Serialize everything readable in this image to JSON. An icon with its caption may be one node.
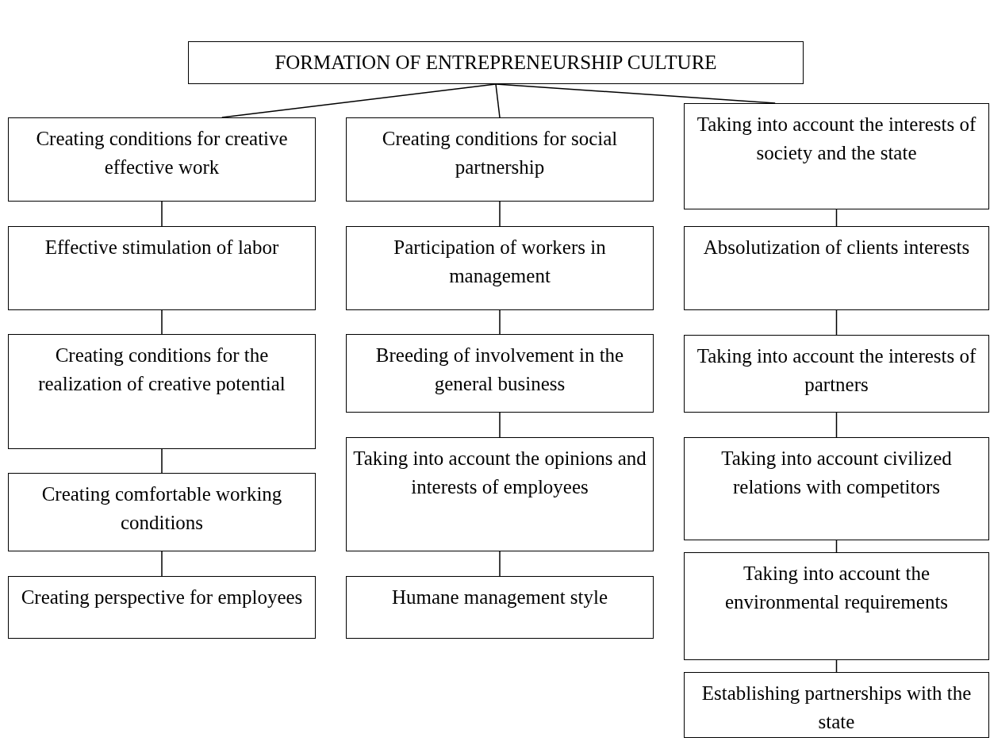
{
  "diagram": {
    "nodes": [
      {
        "text": [
          "FORMATION OF ENTREPRENEURSHIP CULTURE"
        ]
      },
      {
        "text": [
          "Creating conditions for creative effective work"
        ]
      },
      {
        "text": [
          "Effective stimulation of labor"
        ]
      },
      {
        "text": [
          "Creating conditions for the realization of creative potential"
        ]
      },
      {
        "text": [
          "Creating comfortable working conditions"
        ]
      },
      {
        "text": [
          "Creating perspective for employees"
        ]
      },
      {
        "text": [
          "Creating conditions for social partnership"
        ]
      },
      {
        "text": [
          "Participation of workers in management"
        ]
      },
      {
        "text": [
          "Breeding of involvement in the general business"
        ]
      },
      {
        "text": [
          "Taking into account the opinions and interests of employees"
        ]
      },
      {
        "text": [
          "Humane management style"
        ]
      },
      {
        "text": [
          "Taking into account the interests of society and the state"
        ]
      },
      {
        "text": [
          "Absolutization of clients interests"
        ]
      },
      {
        "text": [
          "Taking into account the interests of partners"
        ]
      },
      {
        "text": [
          "Taking into account civilized relations with competitors"
        ]
      },
      {
        "text": [
          "Taking into account the environmental requirements"
        ]
      },
      {
        "text": [
          "Establishing partnerships with the state"
        ]
      }
    ],
    "edges": [
      {
        "from": 0,
        "to": 1,
        "arrow": "none"
      },
      {
        "from": 0,
        "to": 6,
        "arrow": "none"
      },
      {
        "from": 0,
        "to": 11,
        "arrow": "none"
      },
      {
        "from": 1,
        "to": 2,
        "arrow": "none"
      },
      {
        "from": 2,
        "to": 3,
        "arrow": "none"
      },
      {
        "from": 3,
        "to": 4,
        "arrow": "none"
      },
      {
        "from": 4,
        "to": 5,
        "arrow": "none"
      },
      {
        "from": 6,
        "to": 7,
        "arrow": "none"
      },
      {
        "from": 7,
        "to": 8,
        "arrow": "none"
      },
      {
        "from": 8,
        "to": 9,
        "arrow": "none"
      },
      {
        "from": 9,
        "to": 10,
        "arrow": "none"
      },
      {
        "from": 11,
        "to": 12,
        "arrow": "none"
      },
      {
        "from": 12,
        "to": 13,
        "arrow": "none"
      },
      {
        "from": 13,
        "to": 14,
        "arrow": "none"
      },
      {
        "from": 14,
        "to": 15,
        "arrow": "none"
      },
      {
        "from": 15,
        "to": 16,
        "arrow": "none"
      }
    ]
  }
}
